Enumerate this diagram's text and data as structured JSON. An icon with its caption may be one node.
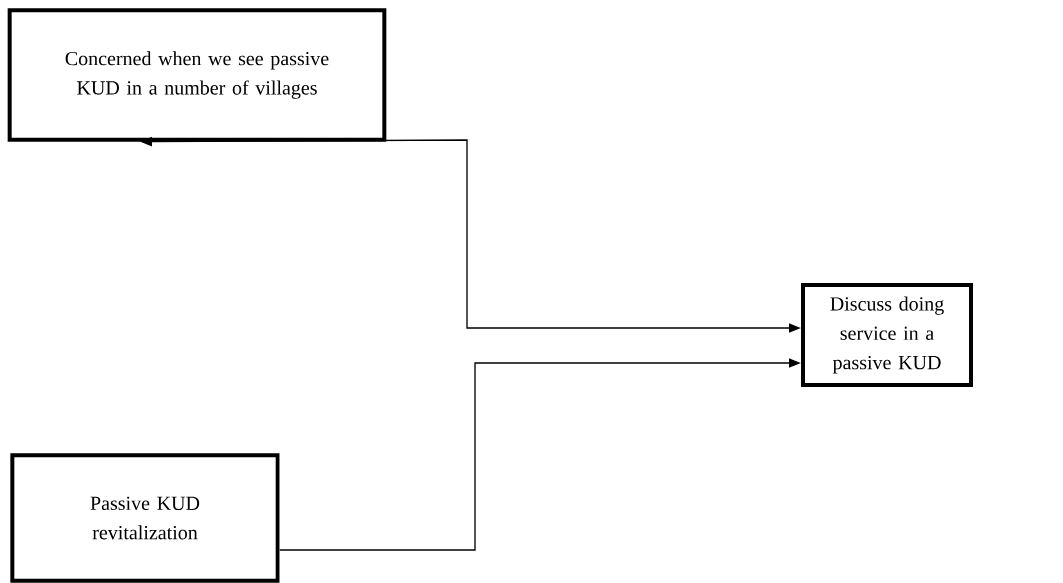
{
  "diagram": {
    "nodes": [
      {
        "text": [
          "Concerned when we see passive KUD in a number of villages"
        ]
      },
      {
        "text": [
          "Discuss doing service in a passive KUD"
        ]
      },
      {
        "text": [
          "Passive KUD revitalization"
        ]
      }
    ],
    "edges": [
      {
        "from": 0,
        "to": 1,
        "arrow": "both"
      },
      {
        "from": 2,
        "to": 1,
        "arrow": "to"
      }
    ]
  }
}
